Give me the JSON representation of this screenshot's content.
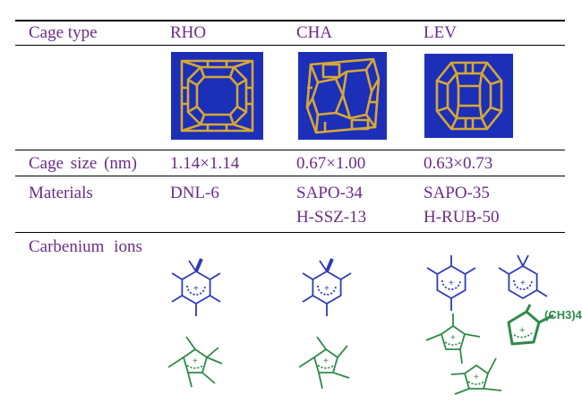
{
  "table": {
    "header": {
      "label": "Cage type",
      "columns": [
        "RHO",
        "CHA",
        "LEV"
      ]
    },
    "rows": {
      "cage_size": {
        "label": "Cage size (nm)",
        "values": [
          "1.14×1.14",
          "0.67×1.00",
          "0.63×0.73"
        ]
      },
      "materials": {
        "label": "Materials",
        "values": [
          [
            "DNL-6"
          ],
          [
            "SAPO-34",
            "H-SSZ-13"
          ],
          [
            "SAPO-35",
            "H-RUB-50"
          ]
        ]
      },
      "carbenium": {
        "label": "Carbenium ions",
        "methyl_group_label": "(CH3)4"
      }
    }
  },
  "colors": {
    "text": "#6b2c86",
    "cage_background": "#1c2fb8",
    "cage_struts": "#d6a834",
    "benzenium": "#2f3ab8",
    "cyclopentenyl": "#2f8a4a"
  },
  "icons": [
    "rho-cage-image",
    "cha-cage-image",
    "lev-cage-image",
    "benzenium-ion-icon",
    "cyclopentenyl-ion-icon"
  ]
}
